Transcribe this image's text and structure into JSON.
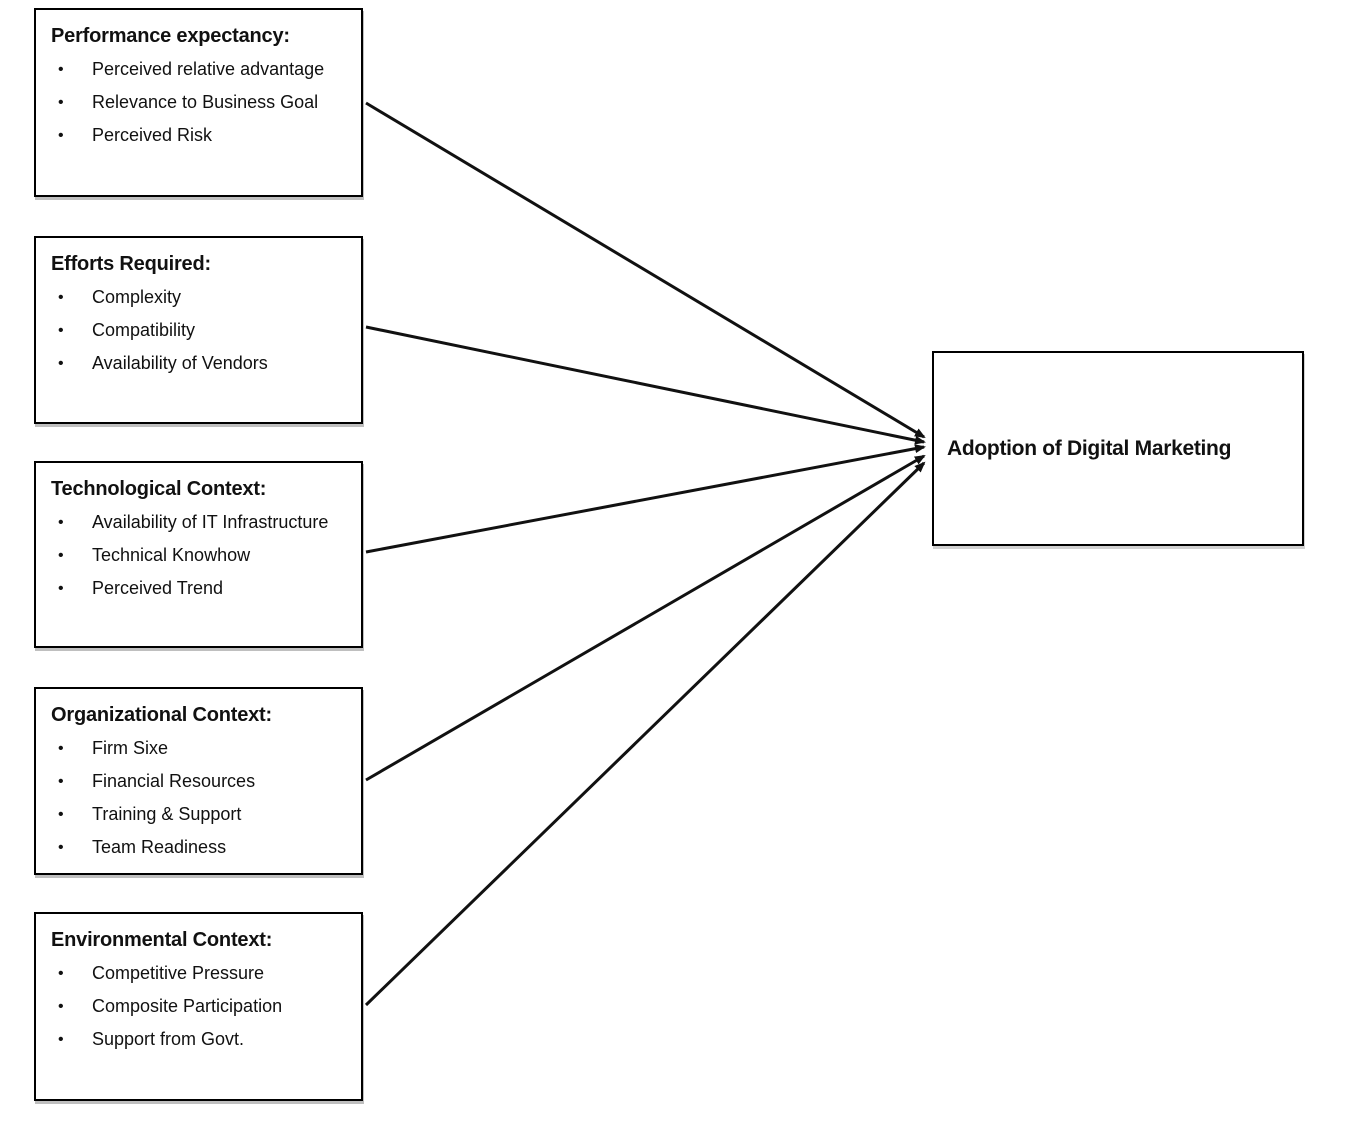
{
  "colors": {
    "background": "#ffffff",
    "box_border": "#000000",
    "text": "#111111",
    "arrow": "#111111"
  },
  "factors": [
    {
      "title": "Performance expectancy:",
      "items": [
        "Perceived relative advantage",
        "Relevance to Business Goal",
        "Perceived Risk"
      ]
    },
    {
      "title": "Efforts Required:",
      "items": [
        "Complexity",
        "Compatibility",
        "Availability of Vendors"
      ]
    },
    {
      "title": "Technological Context:",
      "items": [
        "Availability of IT Infrastructure",
        "Technical Knowhow",
        "Perceived Trend"
      ]
    },
    {
      "title": "Organizational Context:",
      "items": [
        "Firm Sixe",
        "Financial Resources",
        "Training & Support",
        "Team Readiness"
      ]
    },
    {
      "title": "Environmental Context:",
      "items": [
        "Competitive Pressure",
        "Composite Participation",
        "Support from Govt."
      ]
    }
  ],
  "outcome": {
    "label": "Adoption of Digital Marketing"
  }
}
